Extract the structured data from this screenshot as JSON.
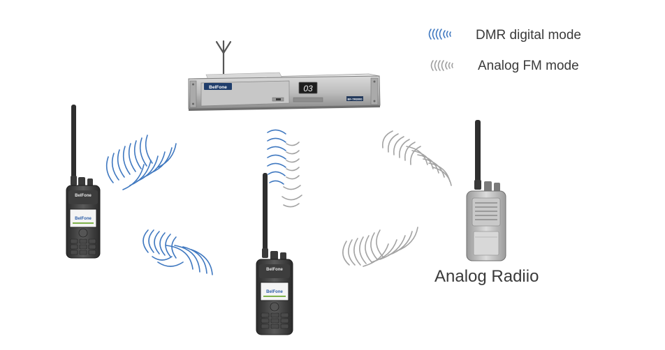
{
  "legend": {
    "dmr": {
      "label": "DMR digital mode",
      "color": "#3f78c0"
    },
    "fm": {
      "label": "Analog FM mode",
      "color": "#a3a3a3"
    }
  },
  "repeater": {
    "brand": "BelFone",
    "channel": "03",
    "model_tag": "BF-TR8000"
  },
  "radios": {
    "left_brand": "BelFone",
    "left_screen_logo": "BelFone",
    "center_brand": "BelFone",
    "center_screen_logo": "BelFone",
    "analog_label": "Analog Radiio"
  }
}
